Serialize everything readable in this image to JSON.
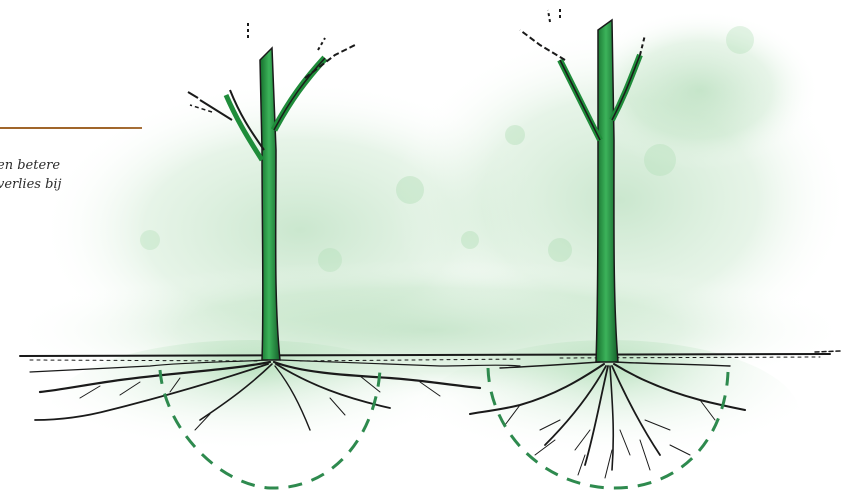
{
  "caption": {
    "line1": "en betere",
    "line2": "verlies bij"
  },
  "colors": {
    "caption_rule": "#a0652a",
    "trunk_green": "#1f8c3a",
    "trunk_light": "#3cb35a",
    "haze_green": "#9fd3a6",
    "root_ink": "#1a1a1a",
    "dashed_zone": "#2e8a4e"
  },
  "illustration": {
    "subject_left": "tree-with-shallow-spreading-roots",
    "subject_right": "tree-with-deep-branching-roots"
  }
}
